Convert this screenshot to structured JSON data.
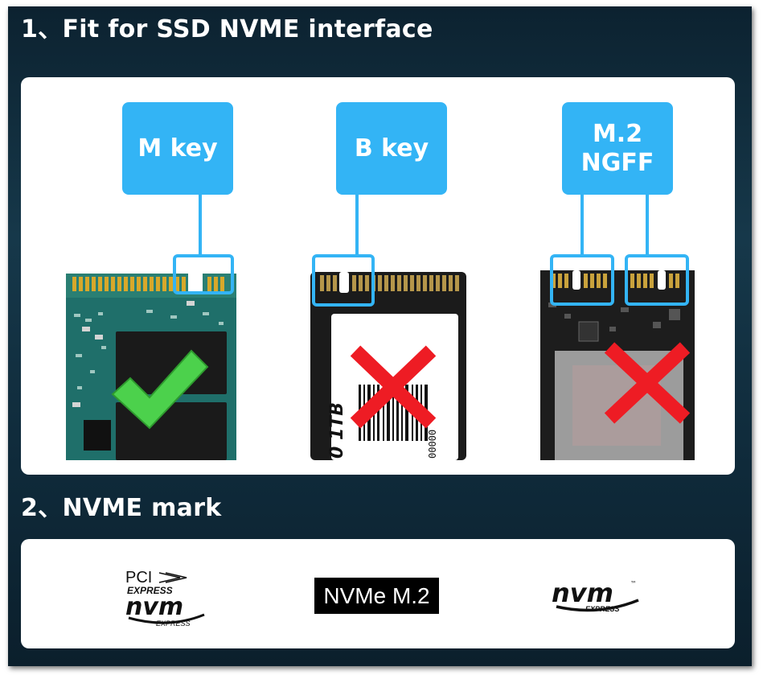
{
  "section1": {
    "title": "1、Fit for SSD NVME interface"
  },
  "section2": {
    "title": "2、NVME mark"
  },
  "keys": [
    {
      "label": "M key",
      "status": "compatible",
      "status_icon": "check-icon"
    },
    {
      "label": "B key",
      "status": "not-compatible",
      "status_icon": "cross-icon"
    },
    {
      "label": "M.2\nNGFF",
      "status": "not-compatible",
      "status_icon": "cross-icon"
    }
  ],
  "ssd_labels": {
    "capacity_text": "0 1TB",
    "barcode_digits": "00000"
  },
  "marks": [
    {
      "name": "pci-express-nvm-logo",
      "pci": "PCI",
      "express": "EXPRESS",
      "nvm": "nvm",
      "express_small": "EXPRESS"
    },
    {
      "name": "nvme-m2-badge",
      "text": "NVMe M.2"
    },
    {
      "name": "nvm-express-logo",
      "nvm": "nvm",
      "express": "EXPRESS",
      "tm": "™"
    }
  ],
  "colors": {
    "accent": "#33b4f5",
    "check": "#4cd14c",
    "cross": "#ee1c24",
    "background": "#0f2a3a"
  }
}
